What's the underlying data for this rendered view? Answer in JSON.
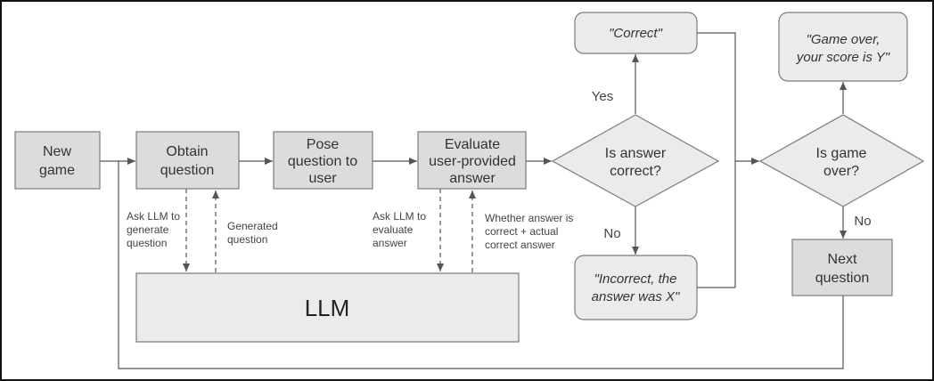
{
  "nodes": {
    "new_game": [
      "New",
      "game"
    ],
    "obtain_question": [
      "Obtain",
      "question"
    ],
    "pose_question": [
      "Pose",
      "question to",
      "user"
    ],
    "evaluate_answer": [
      "Evaluate",
      "user-provided",
      "answer"
    ],
    "is_answer_correct": [
      "Is answer",
      "correct?"
    ],
    "correct_msg": [
      "\"Correct\""
    ],
    "incorrect_msg": [
      "\"Incorrect, the",
      "answer was X\""
    ],
    "is_game_over": [
      "Is game",
      "over?"
    ],
    "game_over_msg": [
      "\"Game over,",
      "your score is Y\""
    ],
    "next_question": [
      "Next",
      "question"
    ],
    "llm": [
      "LLM"
    ]
  },
  "edge_labels": {
    "ask_llm_generate": [
      "Ask LLM to",
      "generate",
      "question"
    ],
    "generated_question": [
      "Generated",
      "question"
    ],
    "ask_llm_evaluate": [
      "Ask LLM to",
      "evaluate",
      "answer"
    ],
    "whether_correct": [
      "Whether answer is",
      "correct + actual",
      "correct answer"
    ],
    "yes": [
      "Yes"
    ],
    "no_answer": [
      "No"
    ],
    "no_game": [
      "No"
    ]
  },
  "colors": {
    "box_fill": "#dcdcdc",
    "rounded_fill": "#ebebeb",
    "stroke": "#7a7a7a",
    "connector": "#555555"
  }
}
